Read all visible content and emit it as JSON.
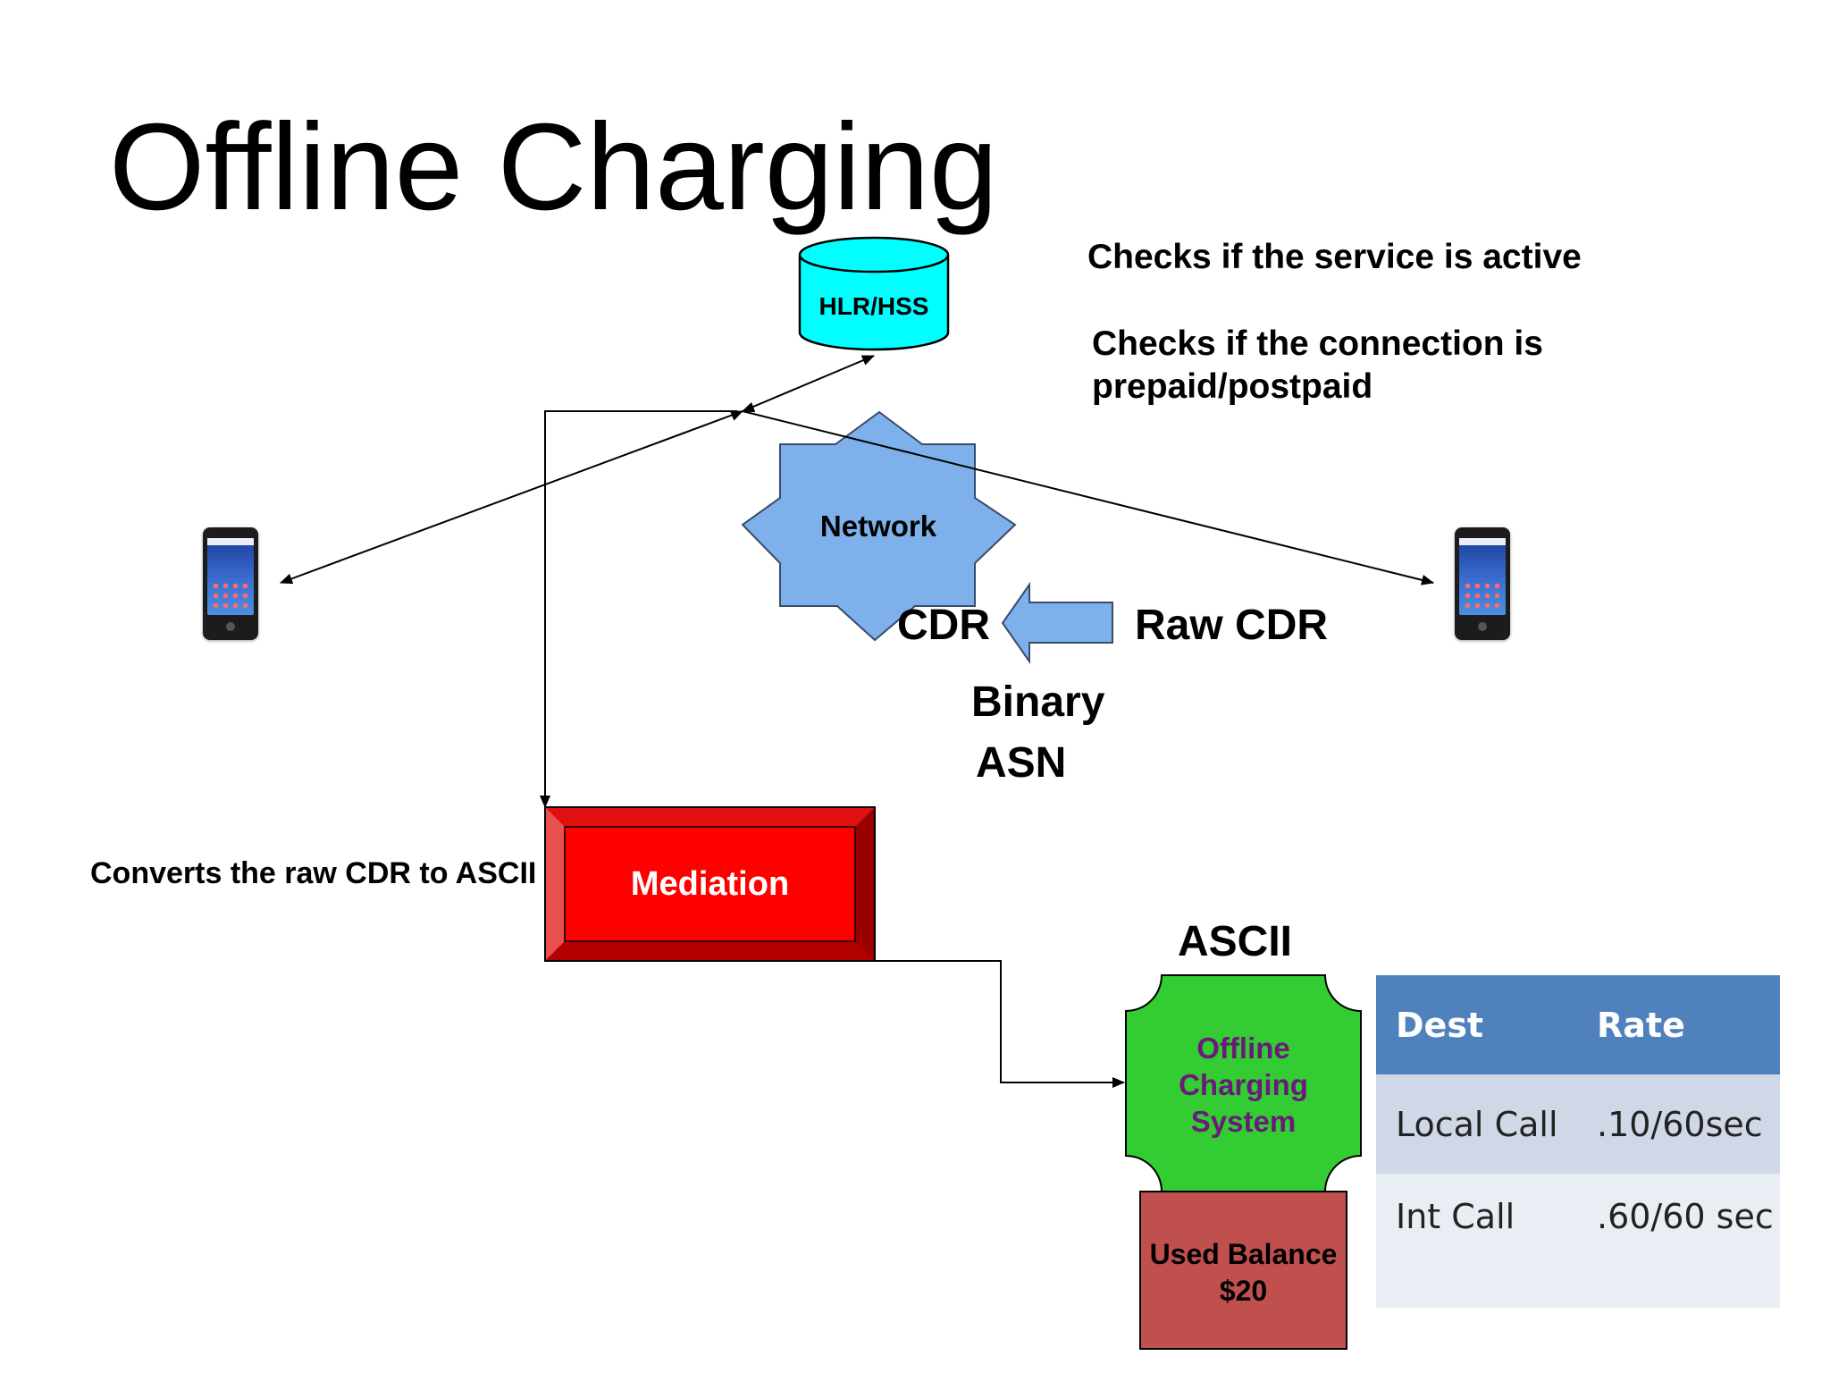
{
  "title": "Offline Charging",
  "notes": {
    "service_active": "Checks if the service is active",
    "connection_line1": "Checks if the connection is",
    "connection_line2": "prepaid/postpaid",
    "converts": "Converts the raw CDR to ASCII"
  },
  "nodes": {
    "hlr": "HLR/HSS",
    "network": "Network",
    "mediation": "Mediation",
    "ocs_line1": "Offline",
    "ocs_line2": "Charging",
    "ocs_line3": "System",
    "balance_line1": "Used Balance",
    "balance_line2": "$20"
  },
  "labels": {
    "cdr": "CDR",
    "raw_cdr": "Raw CDR",
    "binary": "Binary",
    "asn": "ASN",
    "ascii": "ASCII"
  },
  "rate_table": {
    "headers": [
      "Dest",
      "Rate"
    ],
    "rows": [
      [
        "Local Call",
        ".10/60sec"
      ],
      [
        "Int Call",
        ".60/60 sec"
      ]
    ]
  },
  "colors": {
    "hlr": "#00ffff",
    "network": "#7eb1ec",
    "mediation": "#ff0000",
    "ocs": "#33cc33",
    "ocs_text": "#6a1b7a",
    "balance": "#c0504d",
    "table_header": "#4f81bd"
  },
  "icons": {
    "left_phone": "smartphone-icon",
    "right_phone": "smartphone-icon"
  }
}
